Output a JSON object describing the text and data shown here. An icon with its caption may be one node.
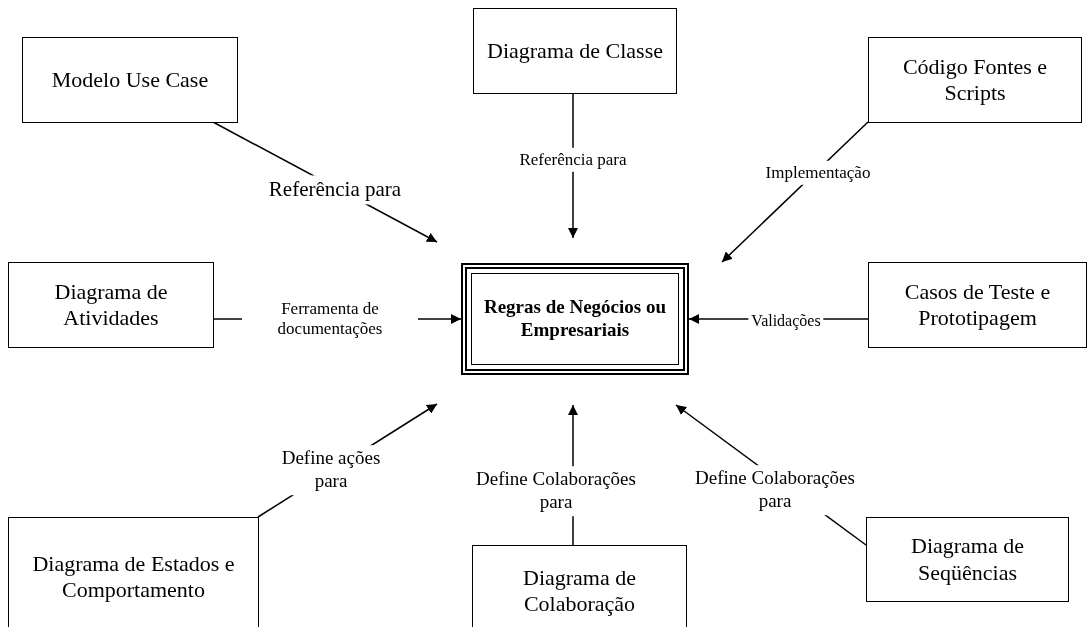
{
  "diagram": {
    "nodes": [
      {
        "text": [
          "Modelo Use Case"
        ]
      },
      {
        "text": [
          "Diagrama de Classe"
        ]
      },
      {
        "text": [
          "Código Fontes e Scripts"
        ]
      },
      {
        "text": [
          "Diagrama de Atividades"
        ]
      },
      {
        "text": [
          "Regras de Negócios ou Empresariais"
        ]
      },
      {
        "text": [
          "Casos de Teste e Prototipagem"
        ]
      },
      {
        "text": [
          "Diagrama de Estados e Comportamento"
        ]
      },
      {
        "text": [
          "Diagrama de Colaboração"
        ]
      },
      {
        "text": [
          "Diagrama de Seqüências"
        ]
      }
    ],
    "edges": [
      {
        "from": 0,
        "to": 4,
        "arrow": "to",
        "label": "Referência para"
      },
      {
        "from": 1,
        "to": 4,
        "arrow": "to",
        "label": "Referência para"
      },
      {
        "from": 2,
        "to": 4,
        "arrow": "to",
        "label": "Implementação"
      },
      {
        "from": 3,
        "to": 4,
        "arrow": "to",
        "label": "Ferramenta de documentações"
      },
      {
        "from": 5,
        "to": 4,
        "arrow": "to",
        "label": "Validações"
      },
      {
        "from": 6,
        "to": 4,
        "arrow": "to",
        "label": "Define ações para"
      },
      {
        "from": 7,
        "to": 4,
        "arrow": "to",
        "label": "Define Colaborações para"
      },
      {
        "from": 8,
        "to": 4,
        "arrow": "to",
        "label": "Define Colaborações para"
      }
    ]
  }
}
